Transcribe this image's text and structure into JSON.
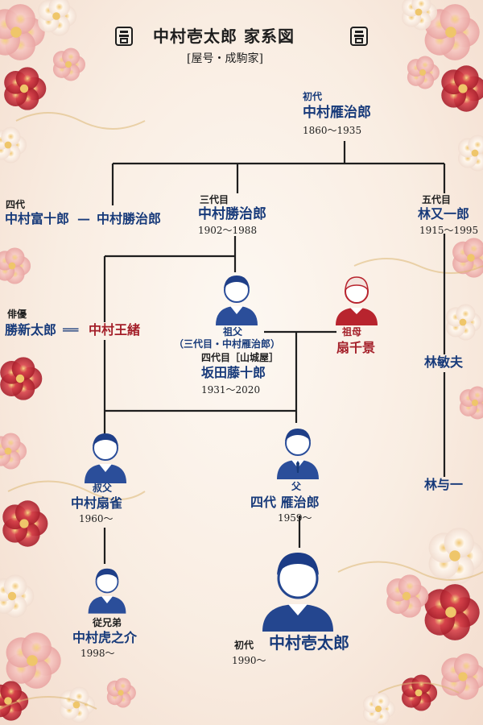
{
  "header": {
    "title": "中村壱太郎 家系図",
    "subtitle": "[屋号・成駒家]",
    "left_emblem_icon": "crest-emblem-icon",
    "right_emblem_icon": "crest-emblem-icon"
  },
  "colors": {
    "navy": "#173a7a",
    "red": "#a4202a",
    "line": "#1e1e1e",
    "flower_red": "#c8323c",
    "flower_pink": "#f2b8b4",
    "gold": "#d9b36a"
  },
  "people": {
    "shodai_top": {
      "gen": "初代",
      "name": "中村雁治郎",
      "years": "1860～1935"
    },
    "yondai": {
      "gen": "四代",
      "name_a": "中村富十郎",
      "separator": "—",
      "name_b": "中村勝治郎"
    },
    "sandaime": {
      "gen": "三代目",
      "name": "中村勝治郎",
      "years": "1902～1988"
    },
    "godaime": {
      "gen": "五代目",
      "name": "林又一郎",
      "years": "1915～1995"
    },
    "haiyu": {
      "gen": "俳優",
      "name": "勝新太郎",
      "separator": "══"
    },
    "ouo": {
      "name": "中村王緒"
    },
    "sofu": {
      "role": "祖父",
      "note": "（三代目・中村雁治郎）",
      "gen": "四代目［山城屋］",
      "name": "坂田藤十郎",
      "years": "1931～2020"
    },
    "sobo": {
      "role": "祖母",
      "name": "扇千景"
    },
    "bin": {
      "name": "林敏夫"
    },
    "yoichi": {
      "name": "林与一"
    },
    "uncle": {
      "role": "叔父",
      "name": "中村扇雀",
      "years": "1960～"
    },
    "father": {
      "role": "父",
      "name": "四代 雁治郎",
      "years": "1959～"
    },
    "cousin": {
      "role": "従兄弟",
      "name": "中村虎之介",
      "years": "1998～"
    },
    "main": {
      "gen": "初代",
      "name": "中村壱太郎",
      "years": "1990～"
    }
  }
}
